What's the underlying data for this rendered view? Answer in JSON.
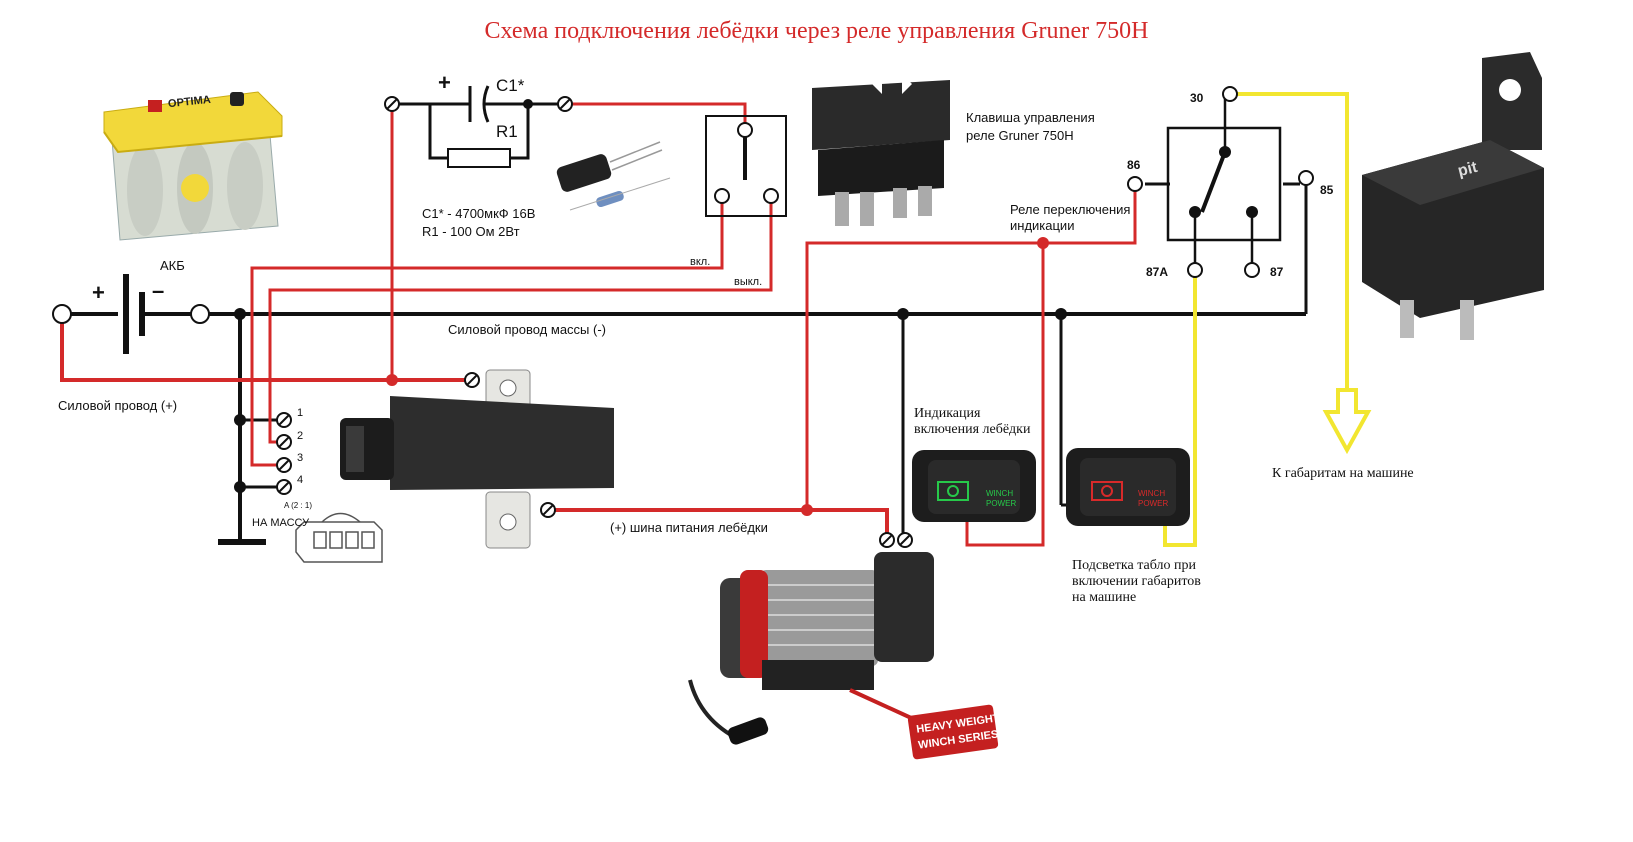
{
  "title": "Схема подключения лебёдки через реле управления Gruner 750H",
  "colors": {
    "power_wire": "#d42a2a",
    "ground_wire": "#111111",
    "lights_wire": "#f2e630",
    "title": "#d42a2a"
  },
  "battery": {
    "label": "АКБ",
    "brand": "OPTIMA",
    "plus": "+",
    "minus": "–"
  },
  "capacitor": {
    "plus": "+",
    "c_label": "C1*",
    "r_label": "R1",
    "spec_c": "C1* - 4700мкФ 16В",
    "spec_r": "R1 - 100 Ом 2Вт"
  },
  "switch": {
    "on_label": "вкл.",
    "off_label": "выкл.",
    "rocker_label_line1": "Клавиша управления",
    "rocker_label_line2": "реле Gruner 750H"
  },
  "wires": {
    "ground_label": "Силовой провод массы (-)",
    "power_label": "Силовой провод (+)",
    "winch_bus_label": "(+) шина питания лебёдки"
  },
  "controller": {
    "pins": [
      "1",
      "2",
      "3",
      "4"
    ],
    "ground_label": "НА МАССУ",
    "connector_label": "A (2 : 1)"
  },
  "relay": {
    "label_line1": "Реле переключения",
    "label_line2": "индикации",
    "pin_30": "30",
    "pin_86": "86",
    "pin_85": "85",
    "pin_87a": "87A",
    "pin_87": "87",
    "brand": "pit"
  },
  "indicators": {
    "winch_on_line1": "Индикация",
    "winch_on_line2": "включения лебёдки",
    "lights_line1": "Подсветка табло при",
    "lights_line2": "включении габаритов",
    "lights_line3": "на машине",
    "panel_text_line1": "WINCH",
    "panel_text_line2": "POWER"
  },
  "lights": {
    "label": "К габаритам на машине"
  },
  "winch": {
    "badge_line1": "HEAVY WEIGHT",
    "badge_line2": "WINCH SERIES"
  }
}
